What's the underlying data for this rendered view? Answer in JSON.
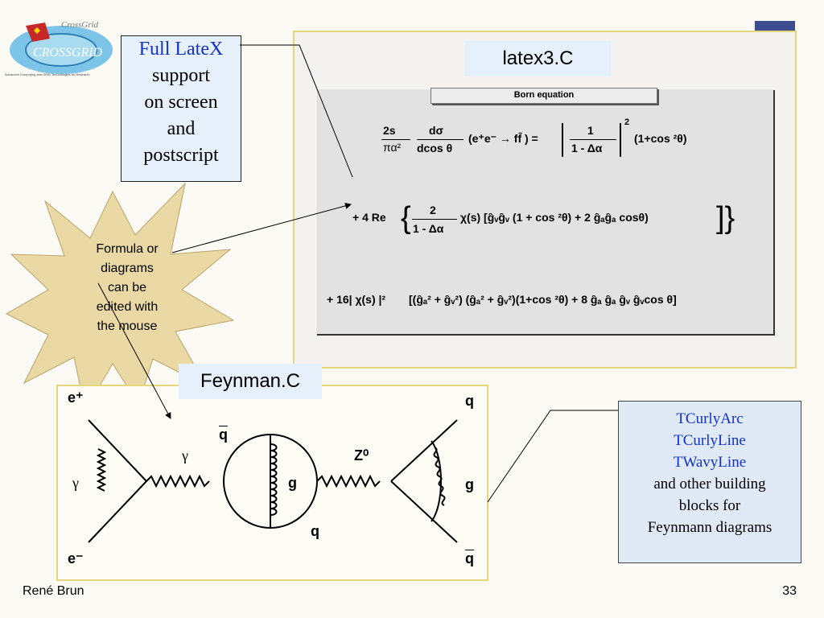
{
  "logo": {
    "name": "CrossGrid logo",
    "caption": "Advanced Computing and GRID Technologies for Research"
  },
  "latex_box": {
    "line1": "Full LateX",
    "line2": "support",
    "line3": "on screen",
    "line4": "and",
    "line5": "postscript"
  },
  "latex_panel": {
    "label": "latex3.C",
    "window_title": "Born equation",
    "eq1": {
      "lhs_num": "2s",
      "lhs_den": "πα²",
      "frac2_num": "dσ",
      "frac2_den": "dcos θ",
      "reaction": "(e⁺e⁻ → ff̄ ) =",
      "abs_num": "1",
      "abs_den": "1 - Δα",
      "tail": "(1+cos ²θ)",
      "power": "2"
    },
    "eq2": {
      "prefix": "+ 4 Re",
      "num": "2",
      "den": "1 - Δα",
      "body": "χ(s) [g̑ᵥg̑ᵥ (1 + cos ²θ) + 2 g̑ₐg̑ₐ cosθ)"
    },
    "eq3": {
      "prefix": "+ 16| χ(s) |²",
      "body": "[(g̑ₐ² + g̑ᵥ²) (g̑ₐ² + g̑ᵥ²)(1+cos ²θ) + 8 g̑ₐ g̑ₐ g̑ᵥ g̑ᵥcos θ]"
    }
  },
  "star_note": {
    "line1": "Formula or",
    "line2": "diagrams",
    "line3": "can be",
    "line4": "edited with",
    "line5": "the mouse"
  },
  "feynman": {
    "label": "Feynman.C",
    "labels": {
      "e_plus": "e⁺",
      "e_minus": "e⁻",
      "gamma_left": "γ",
      "gamma_mid": "γ",
      "q_top": "q",
      "g_mid": "g",
      "q_bottom": "q",
      "z0": "Z⁰",
      "q_right_top": "q",
      "g_right": "g",
      "q_right_bottom": "q"
    }
  },
  "blocks": {
    "item1": "TCurlyArc",
    "item2": "TCurlyLine",
    "item3": "TWavyLine",
    "line4": "and other building",
    "line5": "blocks for",
    "line6": "Feynmann diagrams"
  },
  "footer": {
    "author": "René Brun",
    "page": "33"
  },
  "colors": {
    "accent_blue": "#1432c8",
    "panel_border": "#e3d77a",
    "label_bg": "#e6f0fa"
  }
}
